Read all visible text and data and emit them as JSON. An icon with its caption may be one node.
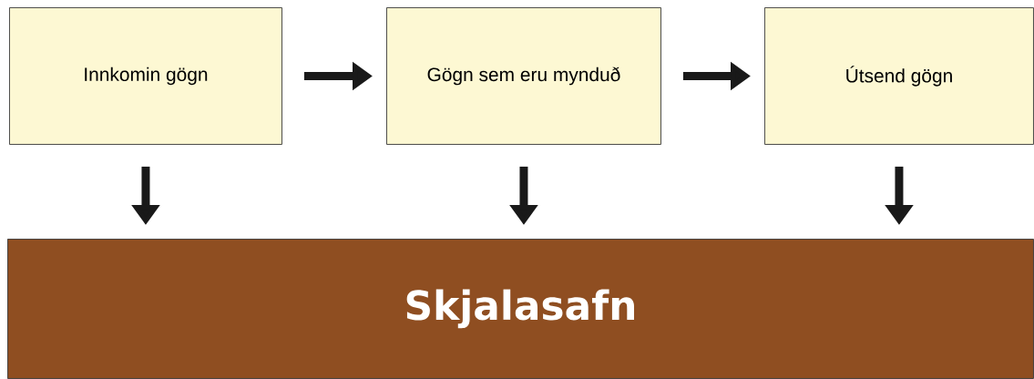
{
  "diagram": {
    "nodes": [
      {
        "text": [
          "Innkomin gögn"
        ]
      },
      {
        "text": [
          "Gögn sem eru mynduð"
        ]
      },
      {
        "text": [
          "Útsend gögn"
        ]
      },
      {
        "text": [
          "Skjalasafn"
        ]
      }
    ],
    "edges": [
      {
        "from": 0,
        "to": 1,
        "arrow": "to"
      },
      {
        "from": 1,
        "to": 2,
        "arrow": "to"
      },
      {
        "from": 0,
        "to": 3,
        "arrow": "to"
      },
      {
        "from": 1,
        "to": 3,
        "arrow": "to"
      },
      {
        "from": 2,
        "to": 3,
        "arrow": "to"
      }
    ]
  }
}
